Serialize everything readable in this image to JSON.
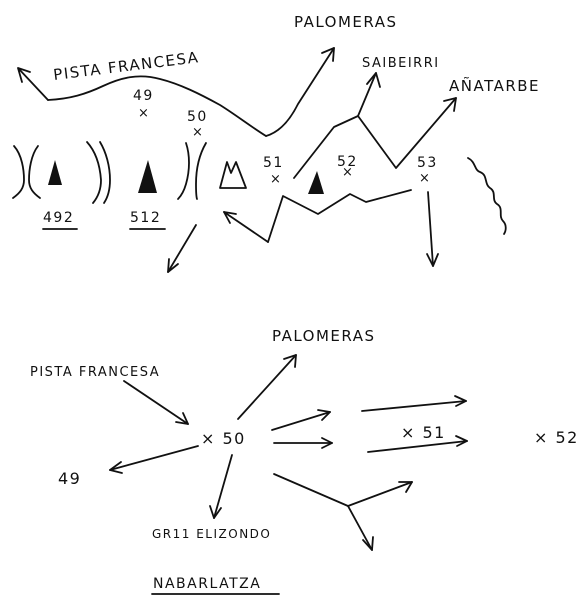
{
  "map1": {
    "labels": {
      "pista_francesa": "PISTA FRANCESA",
      "palomeras": "PALOMERAS",
      "saibeirri": "SAIBEIRRI",
      "anatarbe": "AÑATARBE"
    },
    "points": {
      "p49": "49",
      "p50": "50",
      "p51": "51",
      "p52": "52",
      "p53": "53"
    },
    "peaks": {
      "peak_492": "492",
      "peak_512": "512"
    },
    "marker": "×"
  },
  "map2": {
    "labels": {
      "pista_francesa": "PISTA FRANCESA",
      "palomeras": "PALOMERAS",
      "gr11_elizondo": "GR11 ELIZONDO",
      "nabarlatza": "NABARLATZA"
    },
    "points": {
      "p50": "× 50",
      "p51": "× 51",
      "p52": "× 52",
      "p49": "49"
    }
  }
}
